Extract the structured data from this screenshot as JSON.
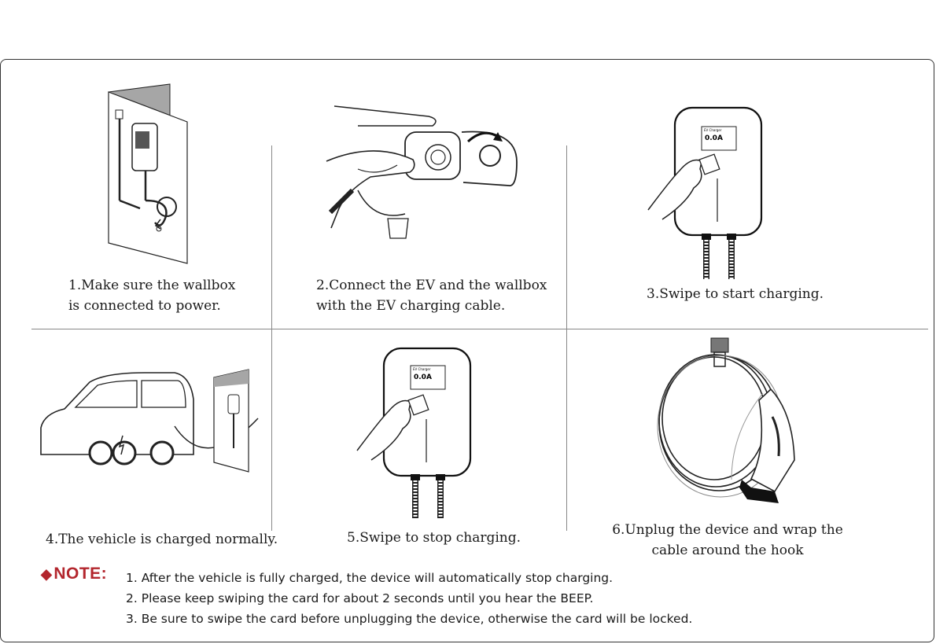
{
  "steps": [
    {
      "line1": "1.Make sure the wallbox",
      "line2": "is connected to power."
    },
    {
      "line1": "2.Connect the EV and the wallbox",
      "line2": "with the EV charging cable."
    },
    {
      "line1": "3.Swipe to start charging.",
      "line2": ""
    },
    {
      "line1": "4.The vehicle is charged normally.",
      "line2": ""
    },
    {
      "line1": "5.Swipe to stop charging.",
      "line2": ""
    },
    {
      "line1": "6.Unplug the device and wrap the",
      "line2": "cable around the hook"
    }
  ],
  "charger_display": {
    "title": "EV Charger",
    "reading": "0.0A"
  },
  "note": {
    "label": "NOTE:",
    "items": [
      "1. After the vehicle is fully charged, the device will automatically stop charging.",
      "2. Please keep swiping the card for about 2 seconds until you hear the BEEP.",
      "3. Be sure to swipe the card before unplugging the device, otherwise the card will be locked."
    ]
  },
  "colors": {
    "accent": "#b3262d",
    "line": "#333333"
  }
}
